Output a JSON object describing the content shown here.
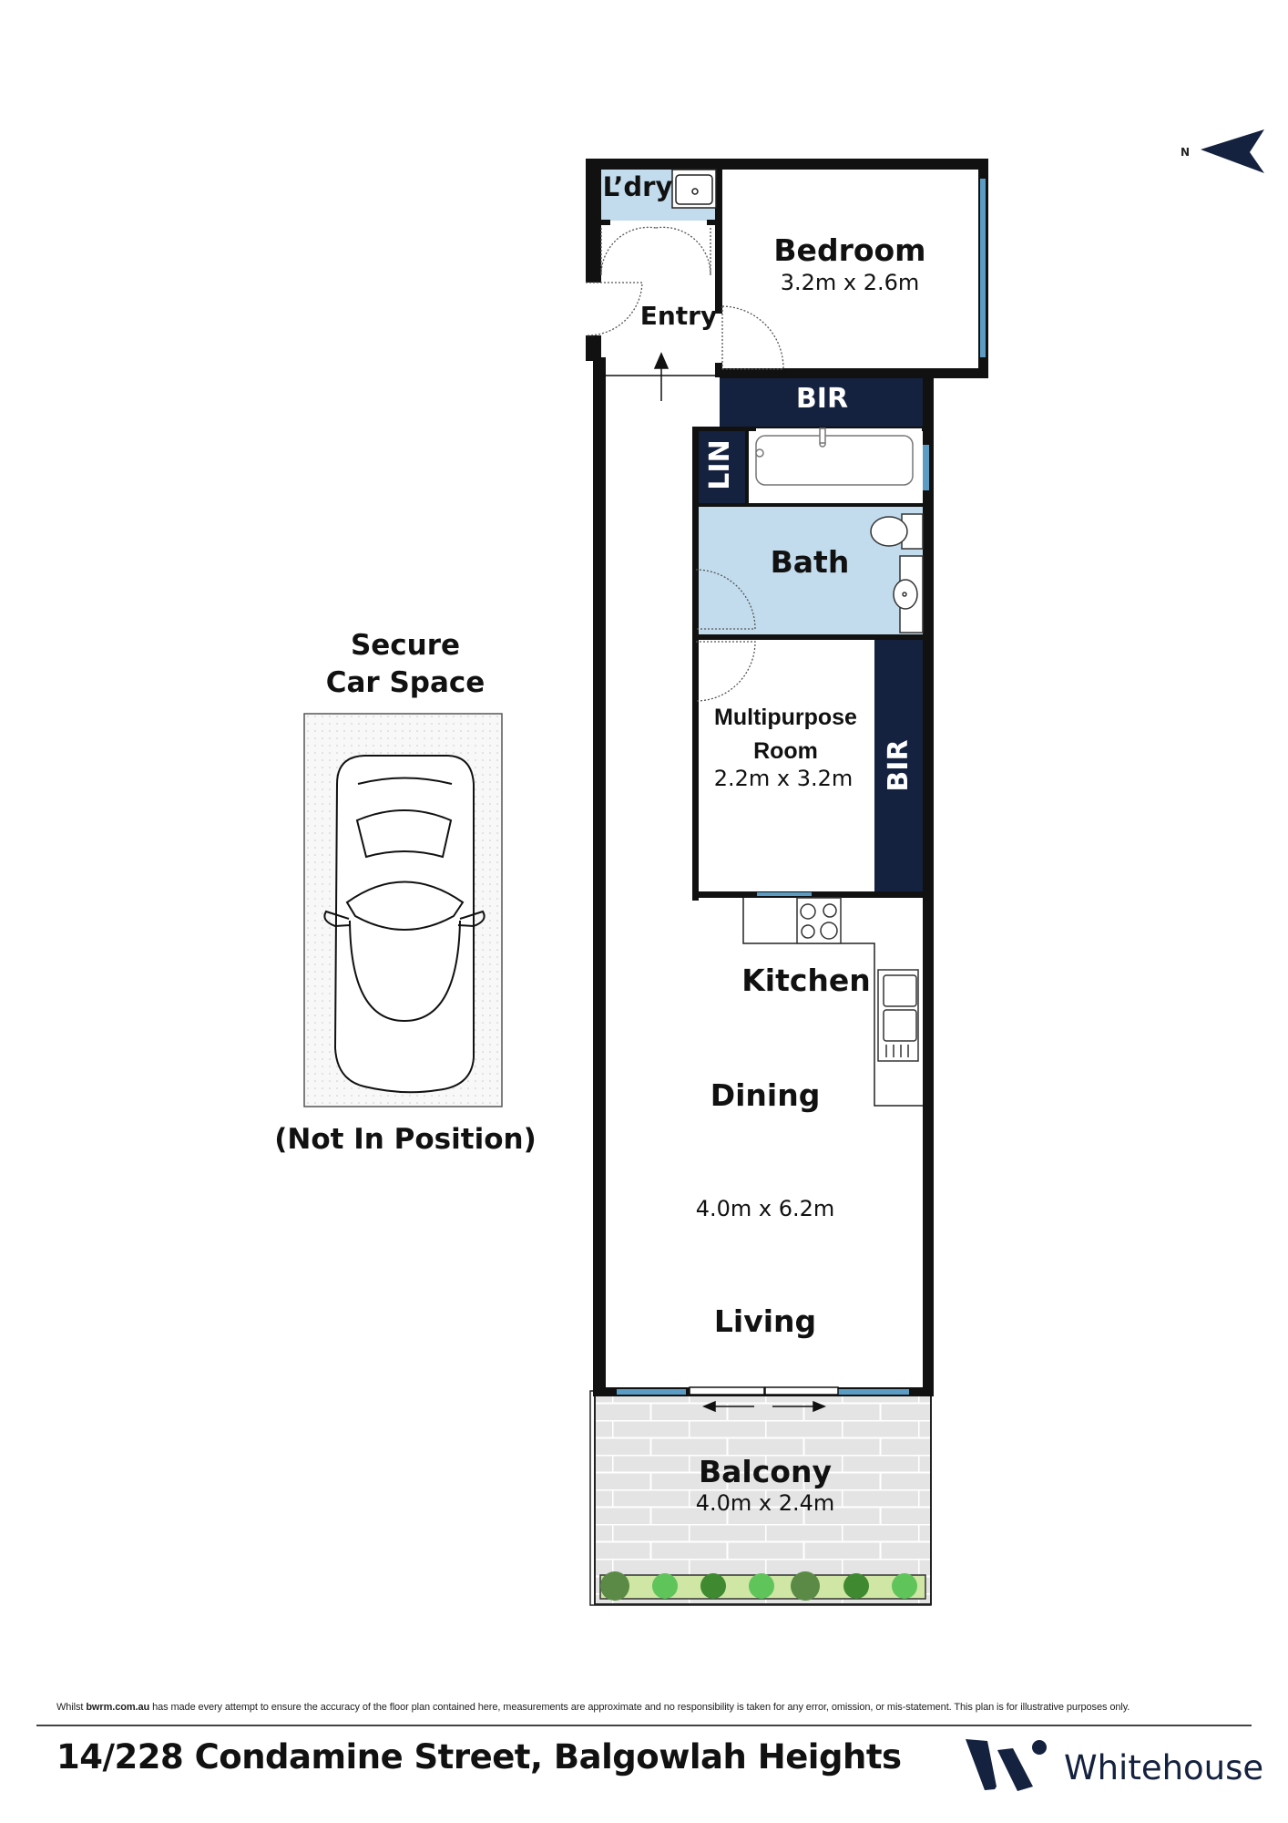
{
  "compass": {
    "label": "N",
    "icon": "north-arrow-icon",
    "color": "#14213f"
  },
  "colors": {
    "wall": "#111111",
    "wet_area": "#c2dced",
    "storage": "#14213f",
    "window": "#5b9cc4",
    "balcony_tile": "#e4e4e4",
    "planter": "#cfe6a4",
    "brand": "#14213f"
  },
  "rooms": {
    "laundry": {
      "name": "L’dry"
    },
    "bedroom": {
      "name": "Bedroom",
      "dims": "3.2m x 2.6m"
    },
    "entry": {
      "name": "Entry"
    },
    "bir_top": {
      "name": "BIR"
    },
    "linen": {
      "name": "LIN"
    },
    "bath": {
      "name": "Bath"
    },
    "multipurpose": {
      "name_line1": "Multipurpose",
      "name_line2": "Room",
      "dims": "2.2m x 3.2m"
    },
    "bir_side": {
      "name": "BIR"
    },
    "kitchen": {
      "name": "Kitchen"
    },
    "dining": {
      "name": "Dining"
    },
    "living_dims": "4.0m x 6.2m",
    "living": {
      "name": "Living"
    },
    "balcony": {
      "name": "Balcony",
      "dims": "4.0m x 2.4m"
    }
  },
  "car_space": {
    "title_line1": "Secure",
    "title_line2": "Car Space",
    "note": "(Not In Position)"
  },
  "footer": {
    "disclaimer_prefix": "Whilst ",
    "disclaimer_site": "bwrm.com.au",
    "disclaimer_rest": " has made every attempt to ensure the accuracy of the floor plan contained here, measurements are approximate and no responsibility is taken for any error, omission, or mis-statement. This plan is for illustrative purposes only.",
    "address": "14/228 Condamine Street, Balgowlah Heights",
    "brand_name": "Whitehouse"
  }
}
